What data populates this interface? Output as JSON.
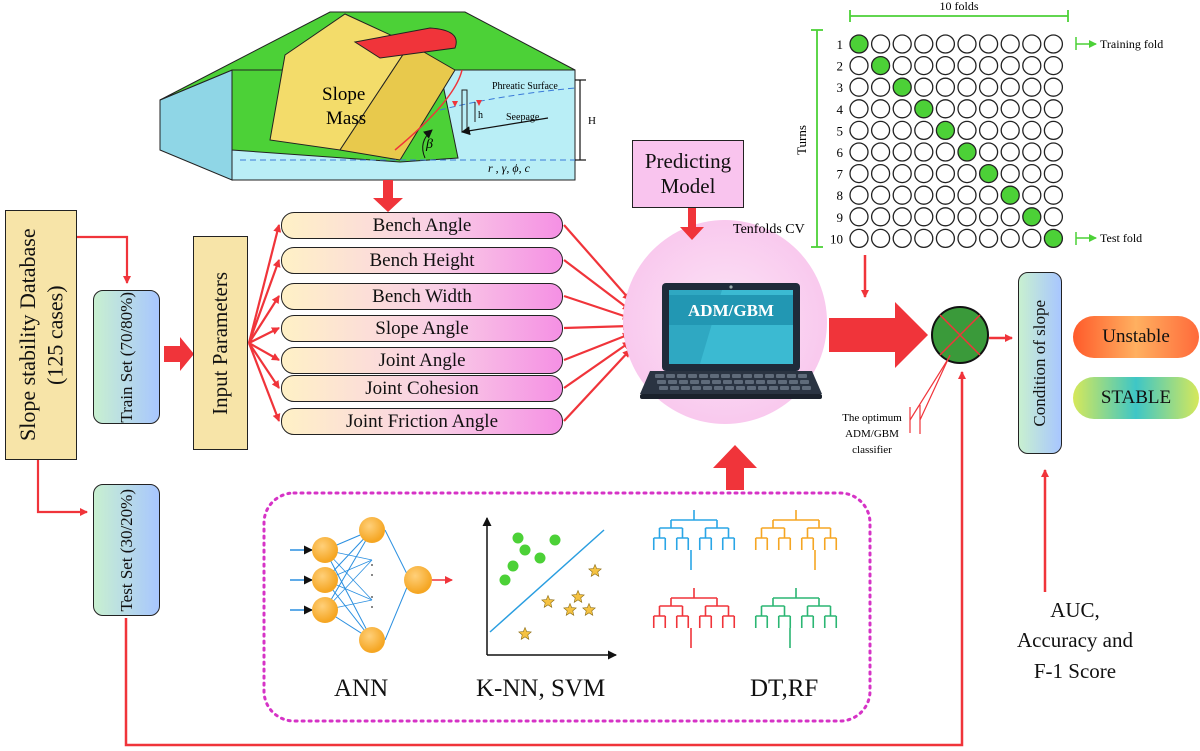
{
  "slope_figure": {
    "mass_label_1": "Slope",
    "mass_label_2": "Mass",
    "phreatic_label": "Phreatic Surface",
    "seepage_label": "Seepage",
    "height_label": "H",
    "h_label": "h",
    "beta_label": "β",
    "params_label": "r , γ, ϕ, c"
  },
  "database": {
    "label": "Slope stability Database (125 cases)"
  },
  "train_set": {
    "label": "Train Set (70/80%)"
  },
  "test_set": {
    "label": "Test Set (30/20%)"
  },
  "input_parameters": {
    "label": "Input Parameters"
  },
  "parameters": [
    "Bench Angle",
    "Bench Height",
    "Bench Width",
    "Slope Angle",
    "Joint Angle",
    "Joint Cohesion",
    "Joint Friction Angle"
  ],
  "predicting_model": {
    "label": "Predicting Model"
  },
  "laptop": {
    "label": "ADM/GBM"
  },
  "cv": {
    "folds_label": "10 folds",
    "turns_label": "Turns",
    "training_fold_label": "Training fold",
    "test_fold_label": "Test fold",
    "tenfolds_label": "Tenfolds CV",
    "row_numbers": [
      "1",
      "2",
      "3",
      "4",
      "5",
      "6",
      "7",
      "8",
      "9",
      "10"
    ],
    "test_positions": [
      0,
      1,
      2,
      3,
      4,
      5,
      6,
      7,
      8,
      9
    ]
  },
  "optimum": {
    "label_lines": [
      "The optimum",
      "ADM/GBM",
      "classifier"
    ]
  },
  "condition": {
    "label": "Condition of slope"
  },
  "outcomes": {
    "unstable": "Unstable",
    "stable": "STABLE"
  },
  "metrics": {
    "line1": "AUC,",
    "line2": "Accuracy and",
    "line3": "F-1 Score"
  },
  "models": {
    "ann": "ANN",
    "knn_svm": "K-NN, SVM",
    "dt_rf": "DT,RF"
  },
  "colors": {
    "green": "#4cd137",
    "red_arrow": "#f0343a",
    "pink_dots": "#d633c6"
  }
}
